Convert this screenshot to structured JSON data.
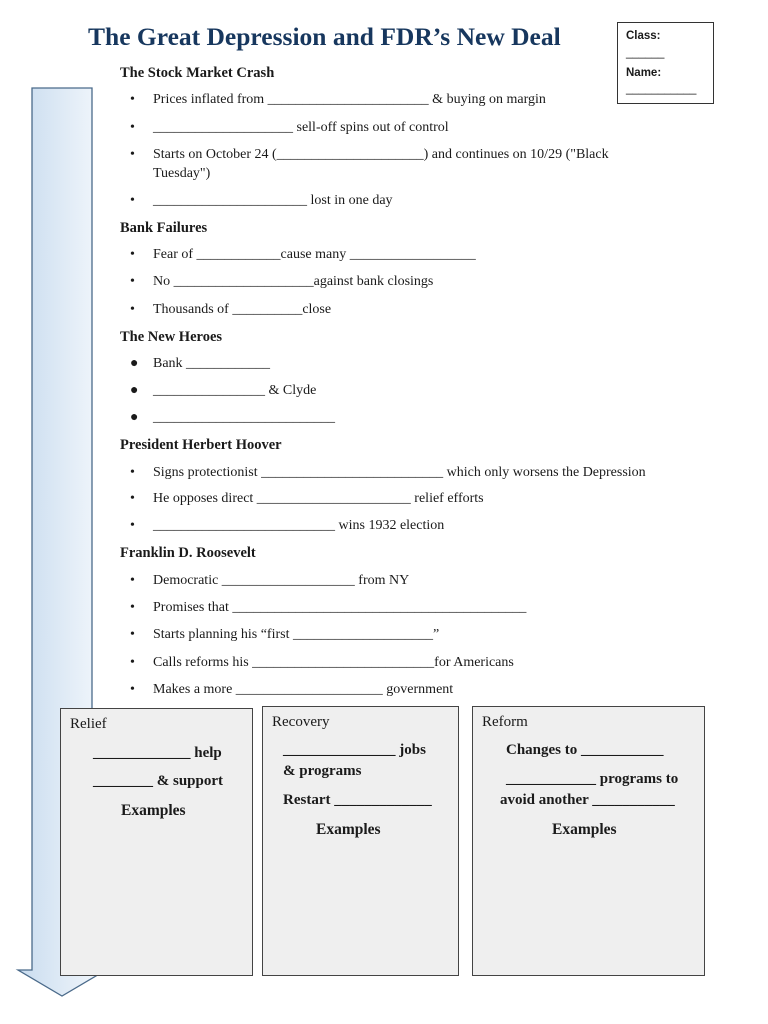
{
  "title": "The Great Depression and FDR’s New Deal",
  "info_box": {
    "class_label": "Class:",
    "class_blank": "______",
    "name_label": "Name:",
    "name_blank": "___________"
  },
  "sections": [
    {
      "heading": "The Stock Market Crash",
      "items": [
        "Prices inflated from _______________________ & buying on margin",
        "____________________ sell-off spins out of control",
        "Starts on October 24 (_____________________) and continues on 10/29 (\"Black",
        "Tuesday\")",
        "______________________ lost in one day"
      ]
    },
    {
      "heading": "Bank Failures",
      "items": [
        "Fear of ____________cause many __________________",
        "No ____________________against bank closings",
        "Thousands of __________close"
      ]
    },
    {
      "heading": "The New Heroes",
      "items": [
        "Bank ____________",
        "________________ & Clyde",
        "__________________________"
      ]
    },
    {
      "heading": "President Herbert Hoover",
      "items": [
        "Signs protectionist __________________________ which only worsens the Depression",
        "He opposes direct ______________________ relief efforts",
        "__________________________ wins 1932 election"
      ]
    },
    {
      "heading": "Franklin D. Roosevelt",
      "items": [
        "Democratic ___________________ from NY",
        "Promises that __________________________________________",
        "Starts planning his “first ____________________”",
        "Calls reforms his __________________________for Americans",
        "Makes a more _____________________ government"
      ]
    }
  ],
  "bullets": {
    "small": "•",
    "big": "●"
  },
  "relief": {
    "heading": "Relief",
    "line1": "_____________ help",
    "line2": "________ & support",
    "examples": "Examples"
  },
  "recovery": {
    "heading": "Recovery",
    "line1": "_______________ jobs",
    "line2": "& programs",
    "line3": "Restart _____________",
    "examples": "Examples"
  },
  "reform": {
    "heading": "Reform",
    "line1": "Changes to ___________",
    "line2": "____________ programs to",
    "line3": "avoid another ___________",
    "examples": "Examples"
  },
  "colors": {
    "title": "#17375e",
    "arrow_fill_top": "#f4f8fc",
    "arrow_fill_bottom": "#c9dcef",
    "arrow_stroke": "#4a6a8a",
    "box_fill": "#efefef"
  }
}
